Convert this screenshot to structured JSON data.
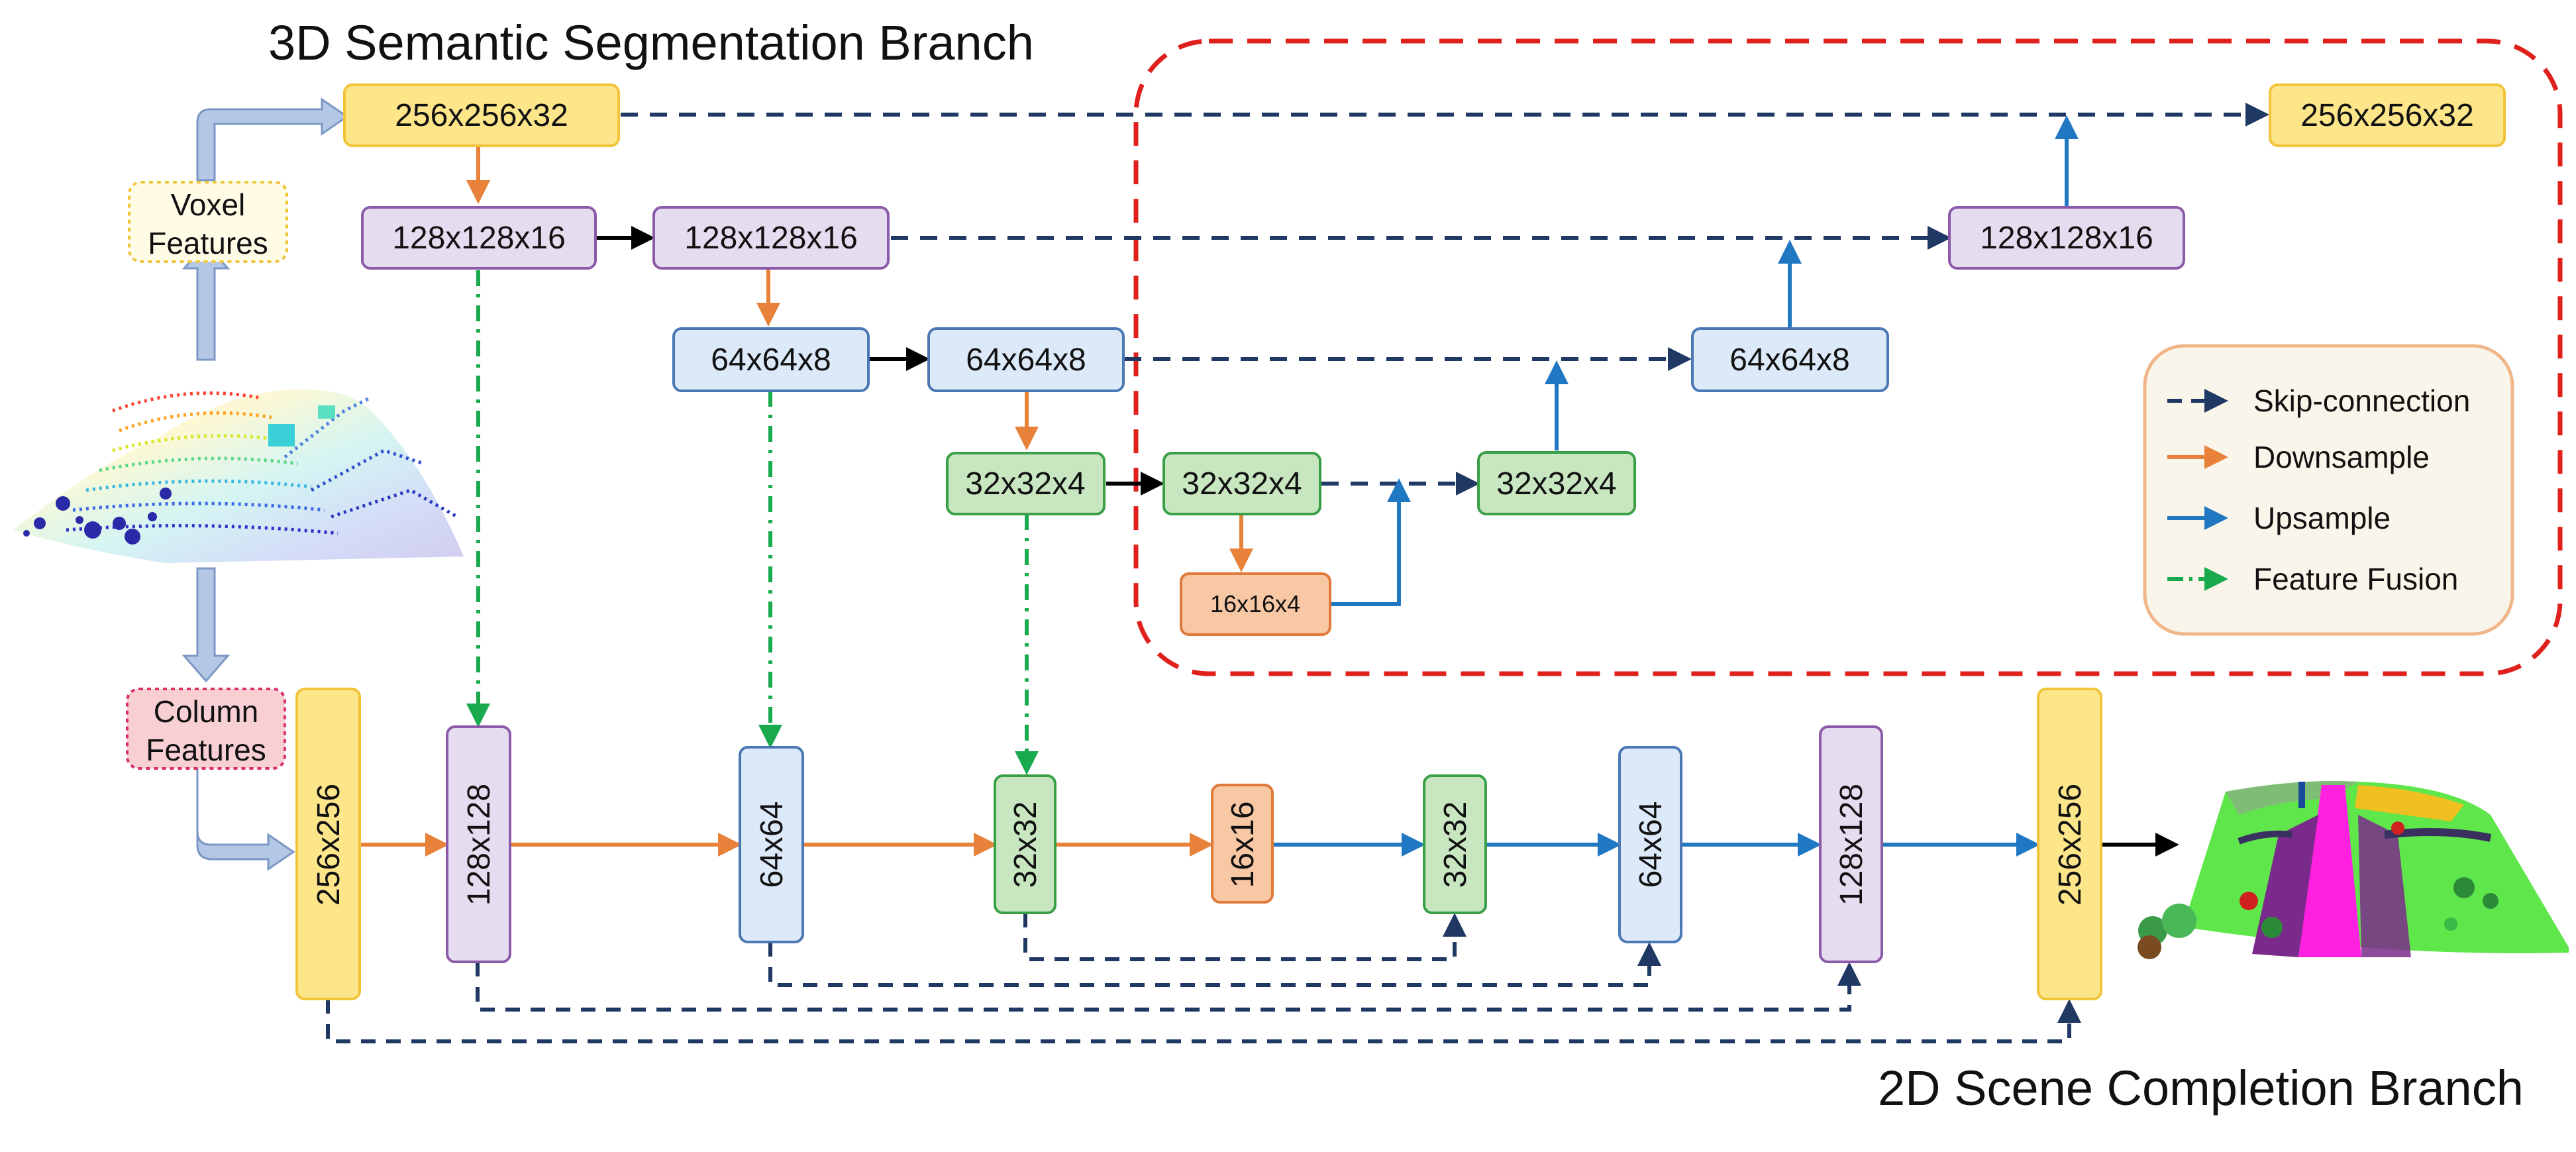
{
  "titles": {
    "top": "3D Semantic Segmentation Branch",
    "bottom": "2D Scene Completion Branch"
  },
  "inputs": {
    "voxel": [
      "Voxel",
      "Features"
    ],
    "column": [
      "Column",
      "Features"
    ]
  },
  "branch3d": {
    "in": "256x256x32",
    "enc1a": "128x128x16",
    "enc1b": "128x128x16",
    "enc2a": "64x64x8",
    "enc2b": "64x64x8",
    "enc3a": "32x32x4",
    "enc3b": "32x32x4",
    "bottleneck": "16x16x4",
    "dec3": "32x32x4",
    "dec2": "64x64x8",
    "dec1": "128x128x16",
    "out": "256x256x32"
  },
  "branch2d": {
    "b256": "256x256",
    "b128": "128x128",
    "b64": "64x64",
    "b32": "32x32",
    "b16": "16x16",
    "d32": "32x32",
    "d64": "64x64",
    "d128": "128x128",
    "d256": "256x256"
  },
  "legend": {
    "skip": "Skip-connection",
    "down": "Downsample",
    "up": "Upsample",
    "fusion": "Feature Fusion"
  },
  "colors": {
    "skip": "#1f3864",
    "down": "#e8823a",
    "up": "#1f78c1",
    "fusion": "#1aaa4e",
    "main": "#000000",
    "yellow": "#fde58a",
    "purple": "#e6dcef",
    "blue": "#dce9f8",
    "green": "#c8e6c0",
    "orange": "#f8c7a4",
    "dashed_box": "#e0201c"
  }
}
